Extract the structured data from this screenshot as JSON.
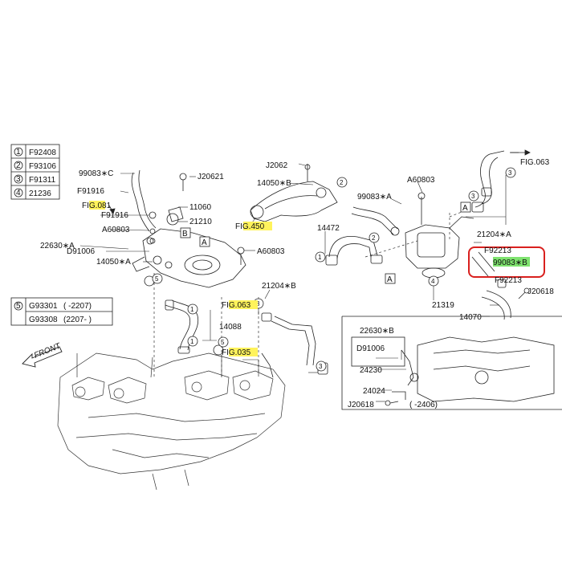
{
  "legend_top": [
    {
      "num": "1",
      "code": "F92408"
    },
    {
      "num": "2",
      "code": "F93106"
    },
    {
      "num": "3",
      "code": "F91311"
    },
    {
      "num": "4",
      "code": "21236"
    }
  ],
  "legend_mid": {
    "num": "5",
    "rows": [
      {
        "code": "G93301",
        "range": "( -2207)"
      },
      {
        "code": "G93308",
        "range": "(2207- )"
      }
    ]
  },
  "front_label": "FRONT",
  "boxes": {
    "a": "A",
    "b": "B"
  },
  "callouts": {
    "fig081": "FIG.081",
    "fig450": "FIG.450",
    "fig063_mid": "FIG.063",
    "fig035": "FIG.035",
    "fig063_top": "FIG.063"
  },
  "parts": {
    "p99083c": "99083∗C",
    "j20621": "J20621",
    "f91916a": "F91916",
    "f91916b": "F91916",
    "p11060": "11060",
    "p21210": "21210",
    "a60803a": "A60803",
    "p22630a": "22630∗A",
    "d91006a": "D91006",
    "p14050a": "14050∗A",
    "a60803b": "A60803",
    "j2062": "J2062",
    "p14050b": "14050∗B",
    "p99083a": "99083∗A",
    "a60803c": "A60803",
    "p14472": "14472",
    "p21204b": "21204∗B",
    "p14088": "14088",
    "p21204a": "21204∗A",
    "f92213a": "F92213",
    "p99083b": "99083∗B",
    "f92213b": "F92213",
    "j20618a": "J20618",
    "p14070": "14070",
    "p21319": "21319",
    "p22630b": "22630∗B",
    "d91006b": "D91006",
    "p24230": "24230",
    "p24024": "24024",
    "j20618b": "J20618",
    "range_2406": "( -2406)"
  },
  "circle_marks": {
    "c1": "1",
    "c2": "2",
    "c3": "3",
    "c4": "4",
    "c5": "5"
  },
  "colors": {
    "highlight_yellow": "#fff35c",
    "highlight_green": "#7fe36f",
    "callout_box": "#d9201e",
    "line": "#222222"
  }
}
